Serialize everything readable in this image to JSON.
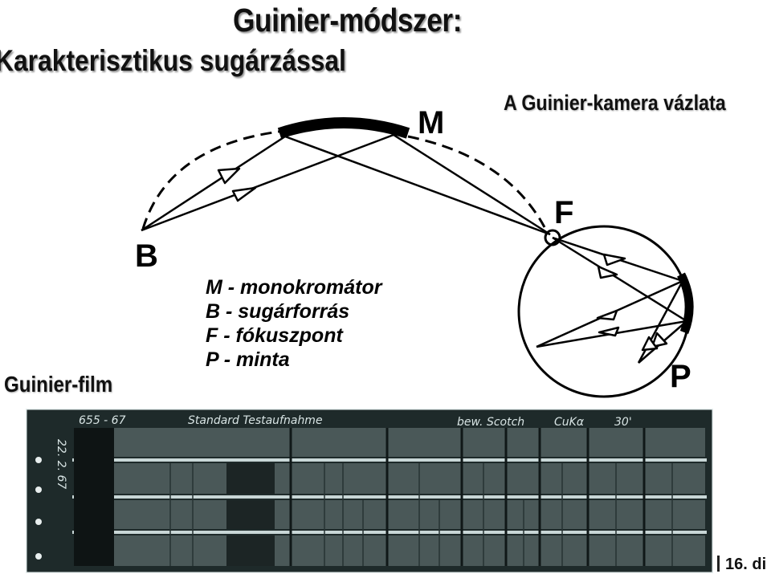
{
  "header": {
    "title": "Guinier-módszer:",
    "subtitle": "Karakterisztikus sugárzással",
    "diagram_caption": "A Guinier-kamera vázlata",
    "film_label": "Guinier-film"
  },
  "diagram": {
    "point_labels": {
      "M": "M",
      "B": "B",
      "F": "F",
      "P": "P"
    },
    "legend": [
      "M - monokromátor",
      "B - sugárforrás",
      "F - fókuszpont",
      "P - minta"
    ]
  },
  "film": {
    "handwriting": {
      "id": "655 - 67",
      "label": "Standard Testaufnahme",
      "note": "bew. Scotch",
      "radiation": "CuKα",
      "time": "30'",
      "date": "22. 2. 67"
    }
  },
  "footer": {
    "slide_number": "16. di"
  },
  "colors": {
    "film_dark": "#1e2a2a",
    "film_strip": "#4a5858",
    "film_separator": "#c8d6d6",
    "film_frame": "#e6eeee"
  }
}
